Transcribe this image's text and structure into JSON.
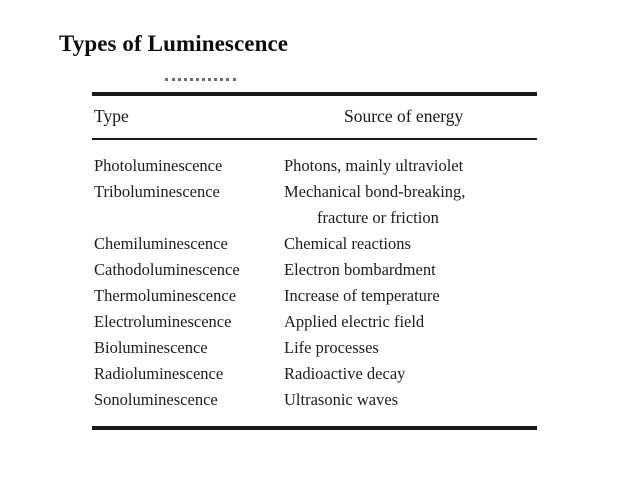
{
  "slide": {
    "title": "Types of Luminescence",
    "decoration": "dotted-rule"
  },
  "table": {
    "headers": {
      "type": "Type",
      "source": "Source of energy"
    },
    "rows": [
      {
        "type": "Photoluminescence",
        "source": "Photons, mainly ultraviolet"
      },
      {
        "type": "Triboluminescence",
        "source": "Mechanical bond-breaking,"
      },
      {
        "type": "",
        "source": "fracture or friction",
        "continuation": true
      },
      {
        "type": "Chemiluminescence",
        "source": "Chemical reactions"
      },
      {
        "type": "Cathodoluminescence",
        "source": "Electron bombardment"
      },
      {
        "type": "Thermoluminescence",
        "source": "Increase of temperature"
      },
      {
        "type": "Electroluminescence",
        "source": "Applied electric field"
      },
      {
        "type": "Bioluminescence",
        "source": "Life processes"
      },
      {
        "type": "Radioluminescence",
        "source": "Radioactive decay"
      },
      {
        "type": "Sonoluminescence",
        "source": "Ultrasonic waves"
      }
    ]
  },
  "colors": {
    "background": "#ffffff",
    "text": "#1c1c22",
    "rule": "#1a1a1a",
    "dots": "#3f5f4a"
  }
}
